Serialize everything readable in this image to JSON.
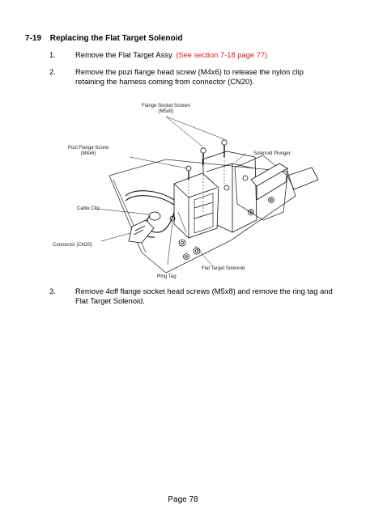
{
  "section": {
    "number": "7-19",
    "title": "Replacing the Flat Target Solenoid"
  },
  "steps": [
    {
      "num": "1.",
      "text": "Remove the Flat Target Assy.",
      "ref": "(See section 7-18 page 77)"
    },
    {
      "num": "2.",
      "text": "Remove the pozi flange head screw (M4x6) to release the nylon clip retaining the harness coming from connector (CN20)."
    },
    {
      "num": "3.",
      "text": "Remove 4off flange socket head screws (M5x8) and remove the ring tag and Flat Target Solenoid."
    }
  ],
  "figure": {
    "labels": {
      "flange_screws": "Flange Socket Screws",
      "flange_screws_size": "(M5x8)",
      "pozi_screw": "Pozi Flange Screw",
      "pozi_screw_size": "(M4x6)",
      "solenoid_plunger": "Solenoid Plunger",
      "cable_clip": "Cable Clip",
      "connector": "Connector (CN20)",
      "ring_tag": "Ring Tag",
      "flat_target_solenoid": "Flat Target Solenoid"
    }
  },
  "footer": {
    "page": "Page 78"
  }
}
